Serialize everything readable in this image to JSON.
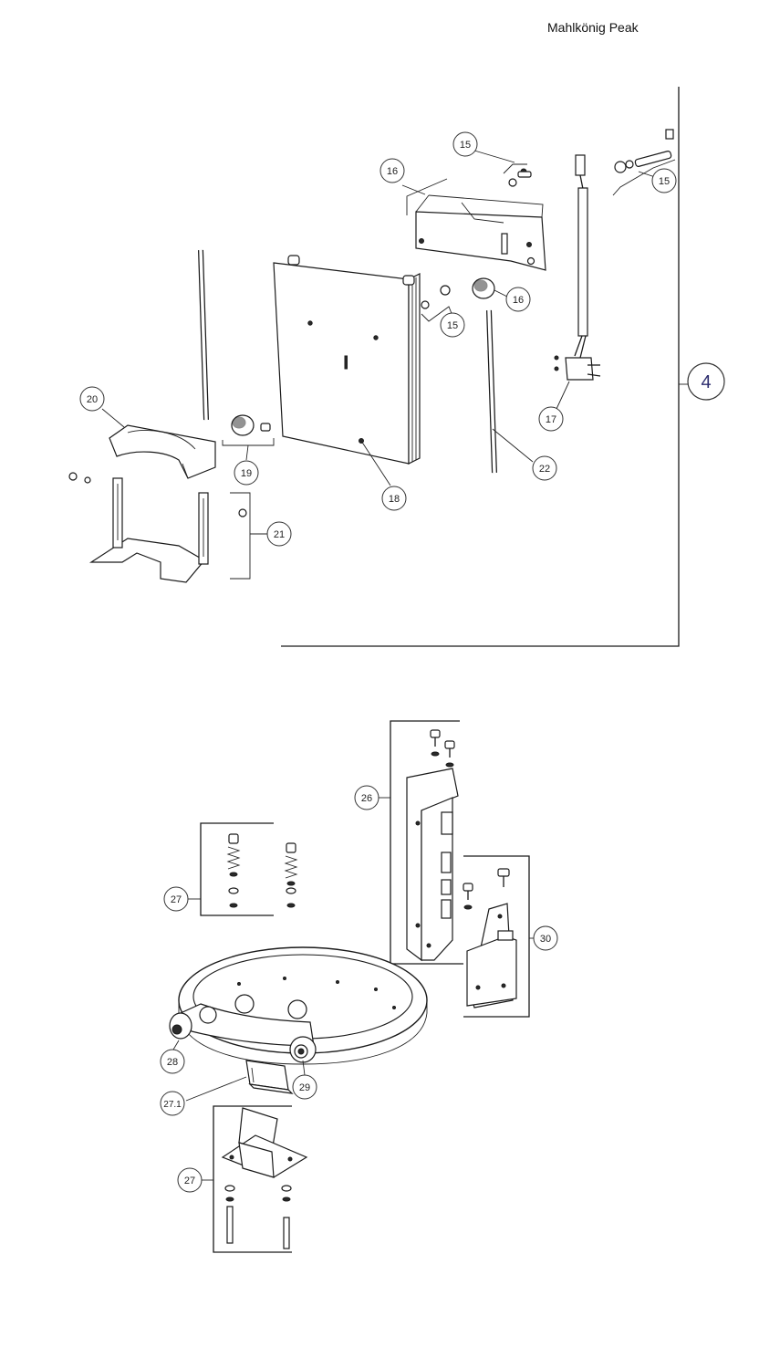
{
  "title": "Mahlkönig Peak",
  "group_label": "4",
  "callouts": {
    "c15a": "15",
    "c15b": "15",
    "c15c": "15",
    "c16a": "16",
    "c16b": "16",
    "c17": "17",
    "c18": "18",
    "c19": "19",
    "c20": "20",
    "c21": "21",
    "c22": "22",
    "c26": "26",
    "c27a": "27",
    "c27b": "27",
    "c27_1": "27.1",
    "c28": "28",
    "c29": "29",
    "c30": "30"
  }
}
